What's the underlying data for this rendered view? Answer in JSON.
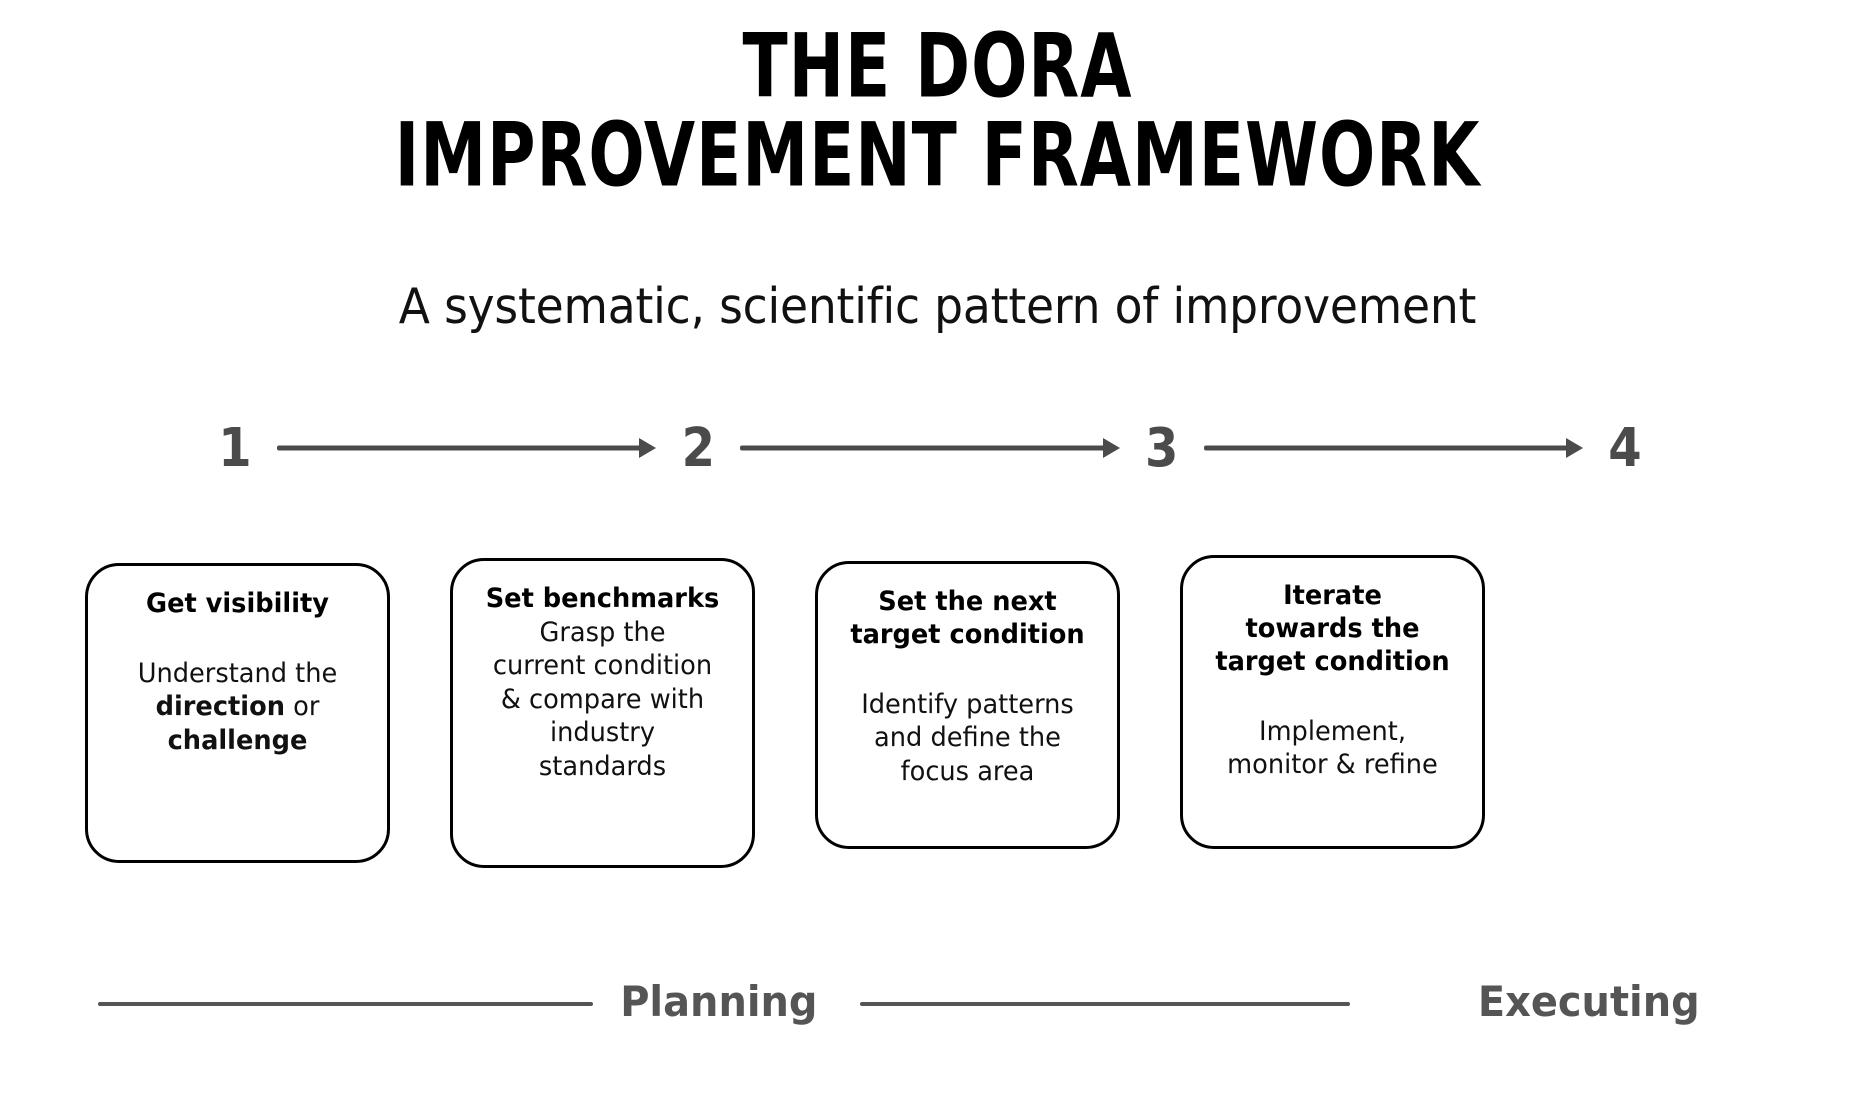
{
  "header": {
    "title_line1": "THE DORA",
    "title_line2": "IMPROVEMENT FRAMEWORK",
    "subtitle": "A systematic, scientific pattern of improvement"
  },
  "steps": [
    {
      "number": "1"
    },
    {
      "number": "2"
    },
    {
      "number": "3"
    },
    {
      "number": "4"
    }
  ],
  "cards": [
    {
      "title": "Get visibility",
      "body_plain": "Understand the direction or challenge",
      "body_line1": "Understand the",
      "body_bold1": "direction",
      "body_mid": " or",
      "body_bold2": "challenge"
    },
    {
      "title": "Set benchmarks",
      "body_line1": "Grasp the",
      "body_line2": "current condition",
      "body_line3": "& compare with",
      "body_line4": "industry",
      "body_line5": "standards"
    },
    {
      "title_line1": "Set the next",
      "title_line2": "target condition",
      "body_line1": "Identify patterns",
      "body_line2": "and define the",
      "body_line3": "focus area"
    },
    {
      "title_line1": "Iterate",
      "title_line2": "towards the",
      "title_line3": "target condition",
      "body_line1": "Implement,",
      "body_line2": "monitor & refine"
    }
  ],
  "phases": {
    "planning": "Planning",
    "executing": "Executing"
  },
  "colors": {
    "ink": "#000000",
    "muted": "#4b4b4b",
    "phase": "#555555",
    "background": "#ffffff"
  }
}
